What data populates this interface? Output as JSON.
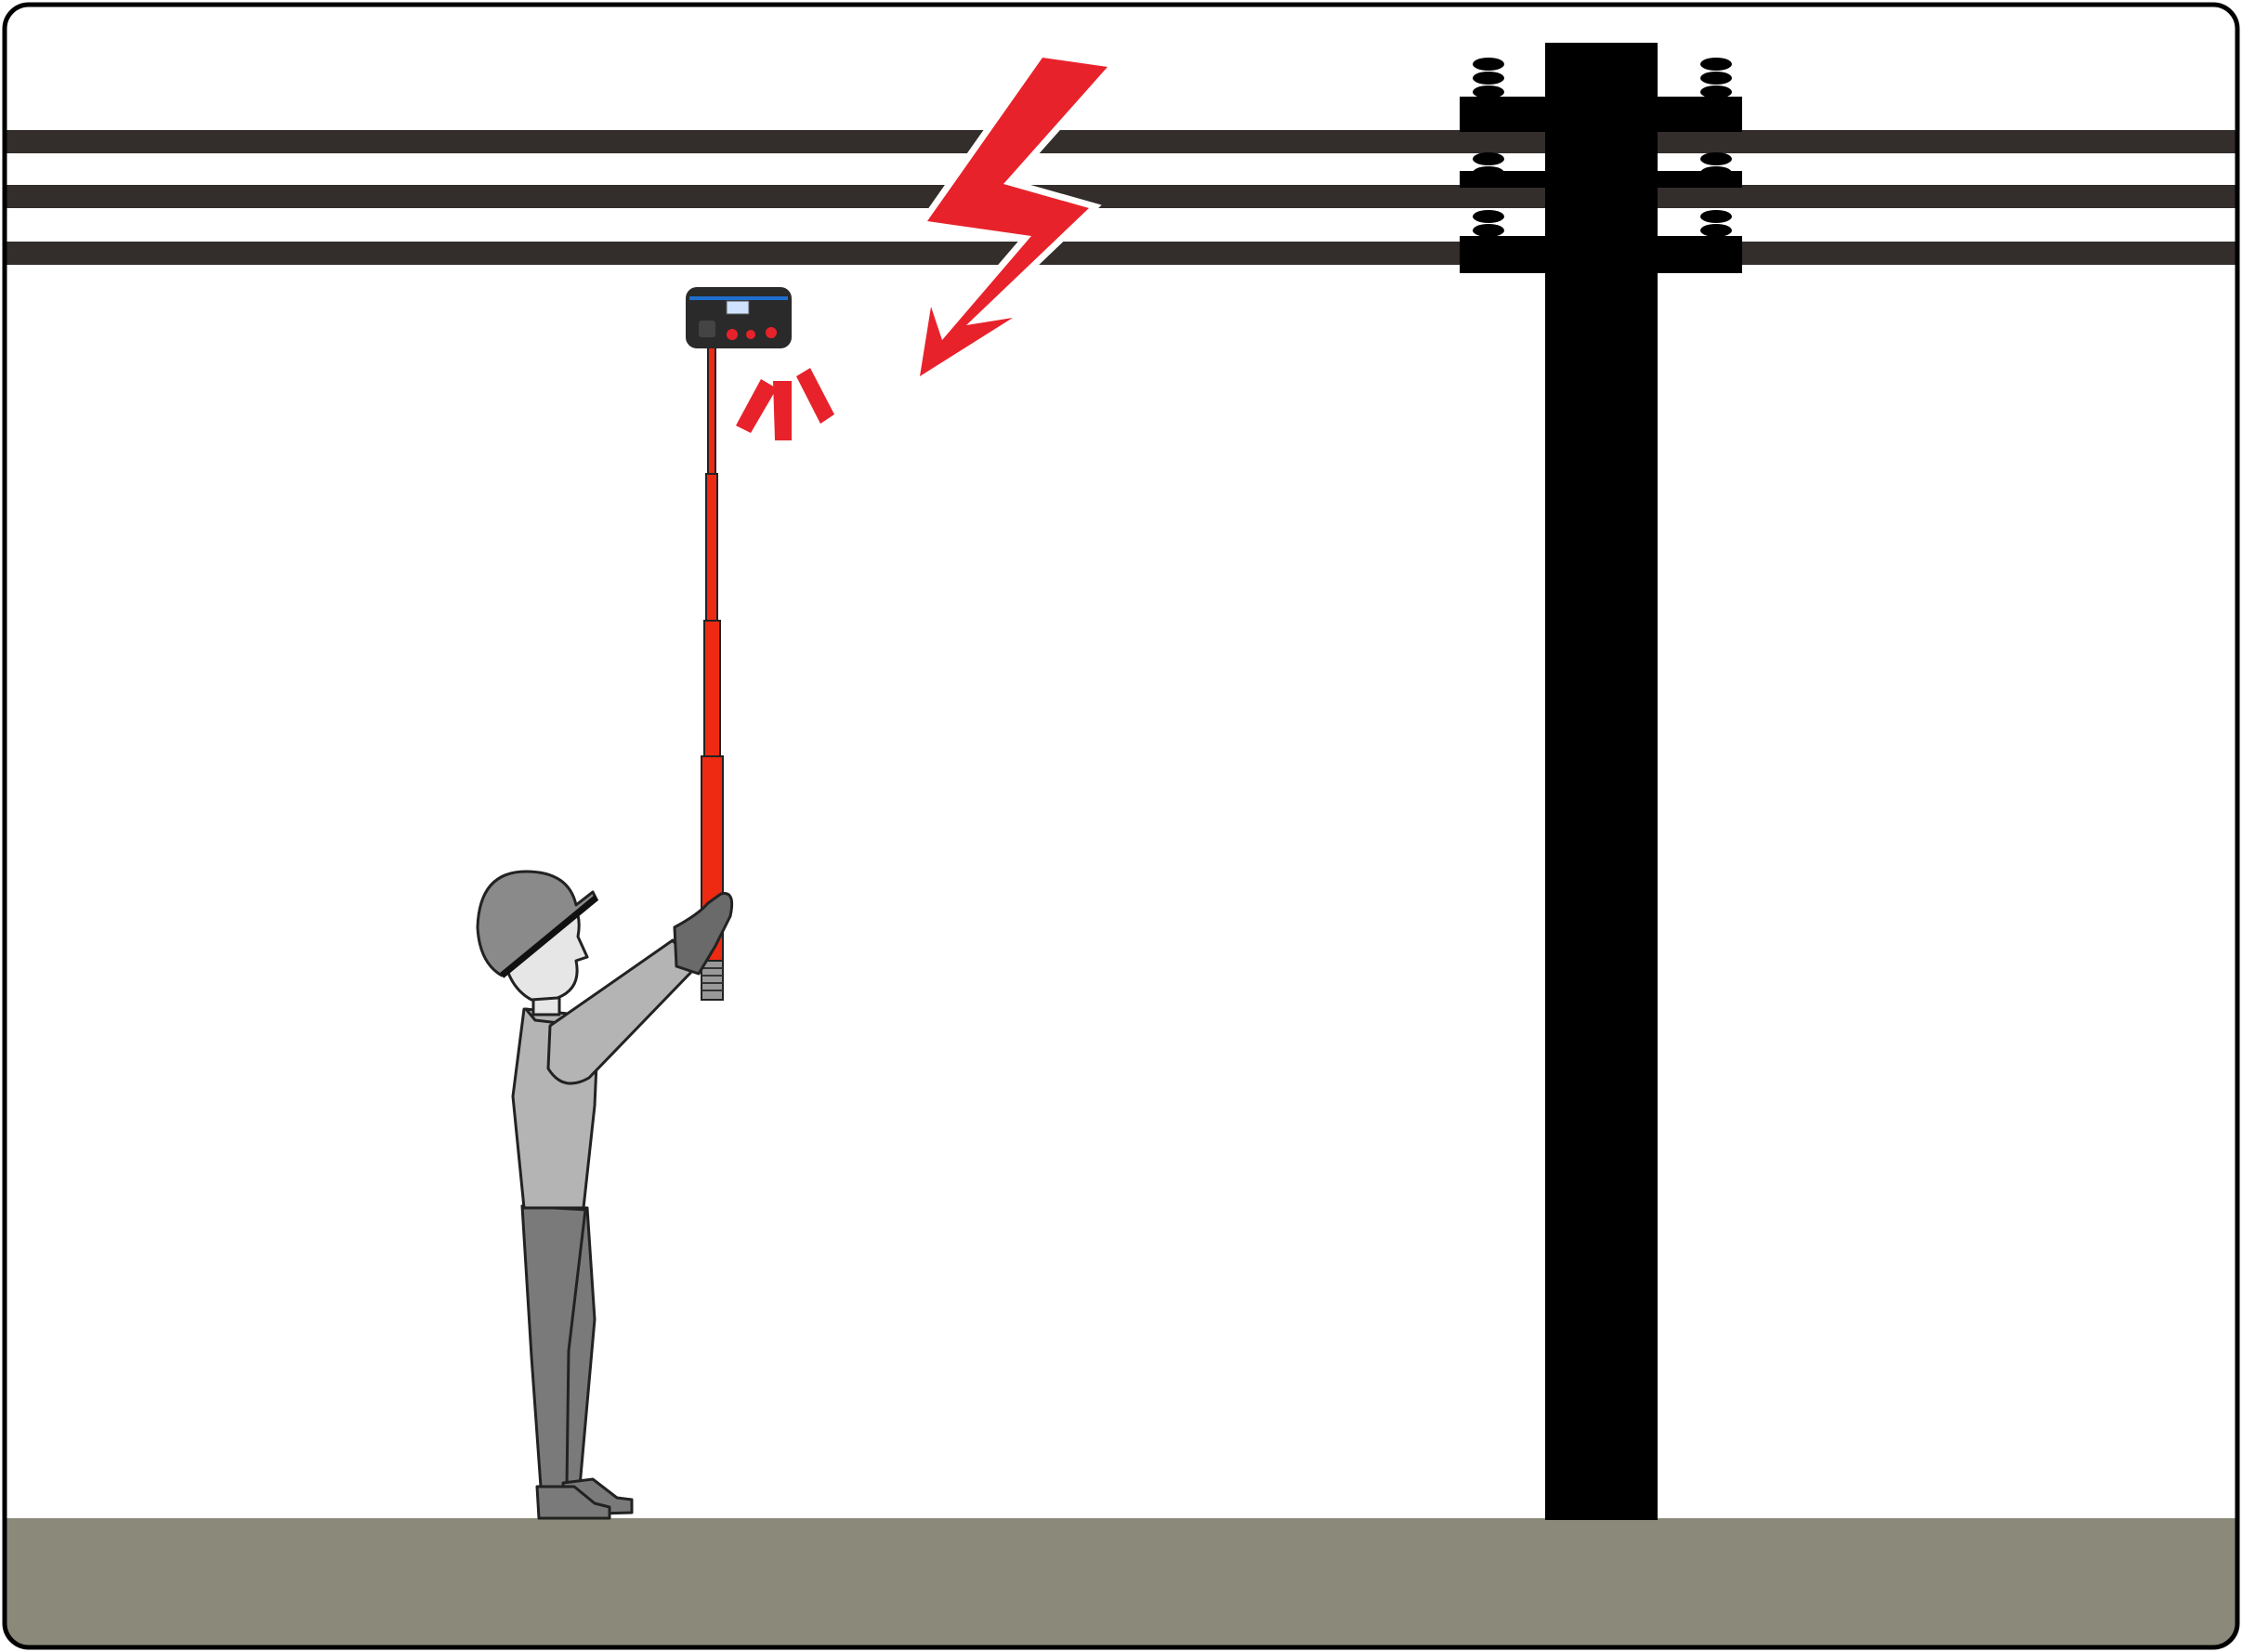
{
  "colors": {
    "background": "#ffffff",
    "frame": "#000000",
    "ground": "#8b8a7a",
    "wire": "#332d2b",
    "pole": "#000000",
    "lightning": "#e8222b",
    "stick": "#ee2a12",
    "stick_highlight": "#ff5a36",
    "detector": "#2a2a2a",
    "detector_accent": "#1e6fd0",
    "helmet": "#8a8a8a",
    "skin": "#e6e6e6",
    "shirt": "#b4b4b4",
    "pants": "#7a7a7a",
    "glove": "#6a6a6a",
    "outline": "#222222"
  },
  "icons": {
    "lightning": "lightning-bolt-icon",
    "alarm": "alarm-signal-icon",
    "detector": "voltage-detector-icon",
    "worker": "worker-figure",
    "pole": "utility-pole"
  },
  "scene": {
    "wire_count": 3,
    "insulators_per_side": 3
  }
}
